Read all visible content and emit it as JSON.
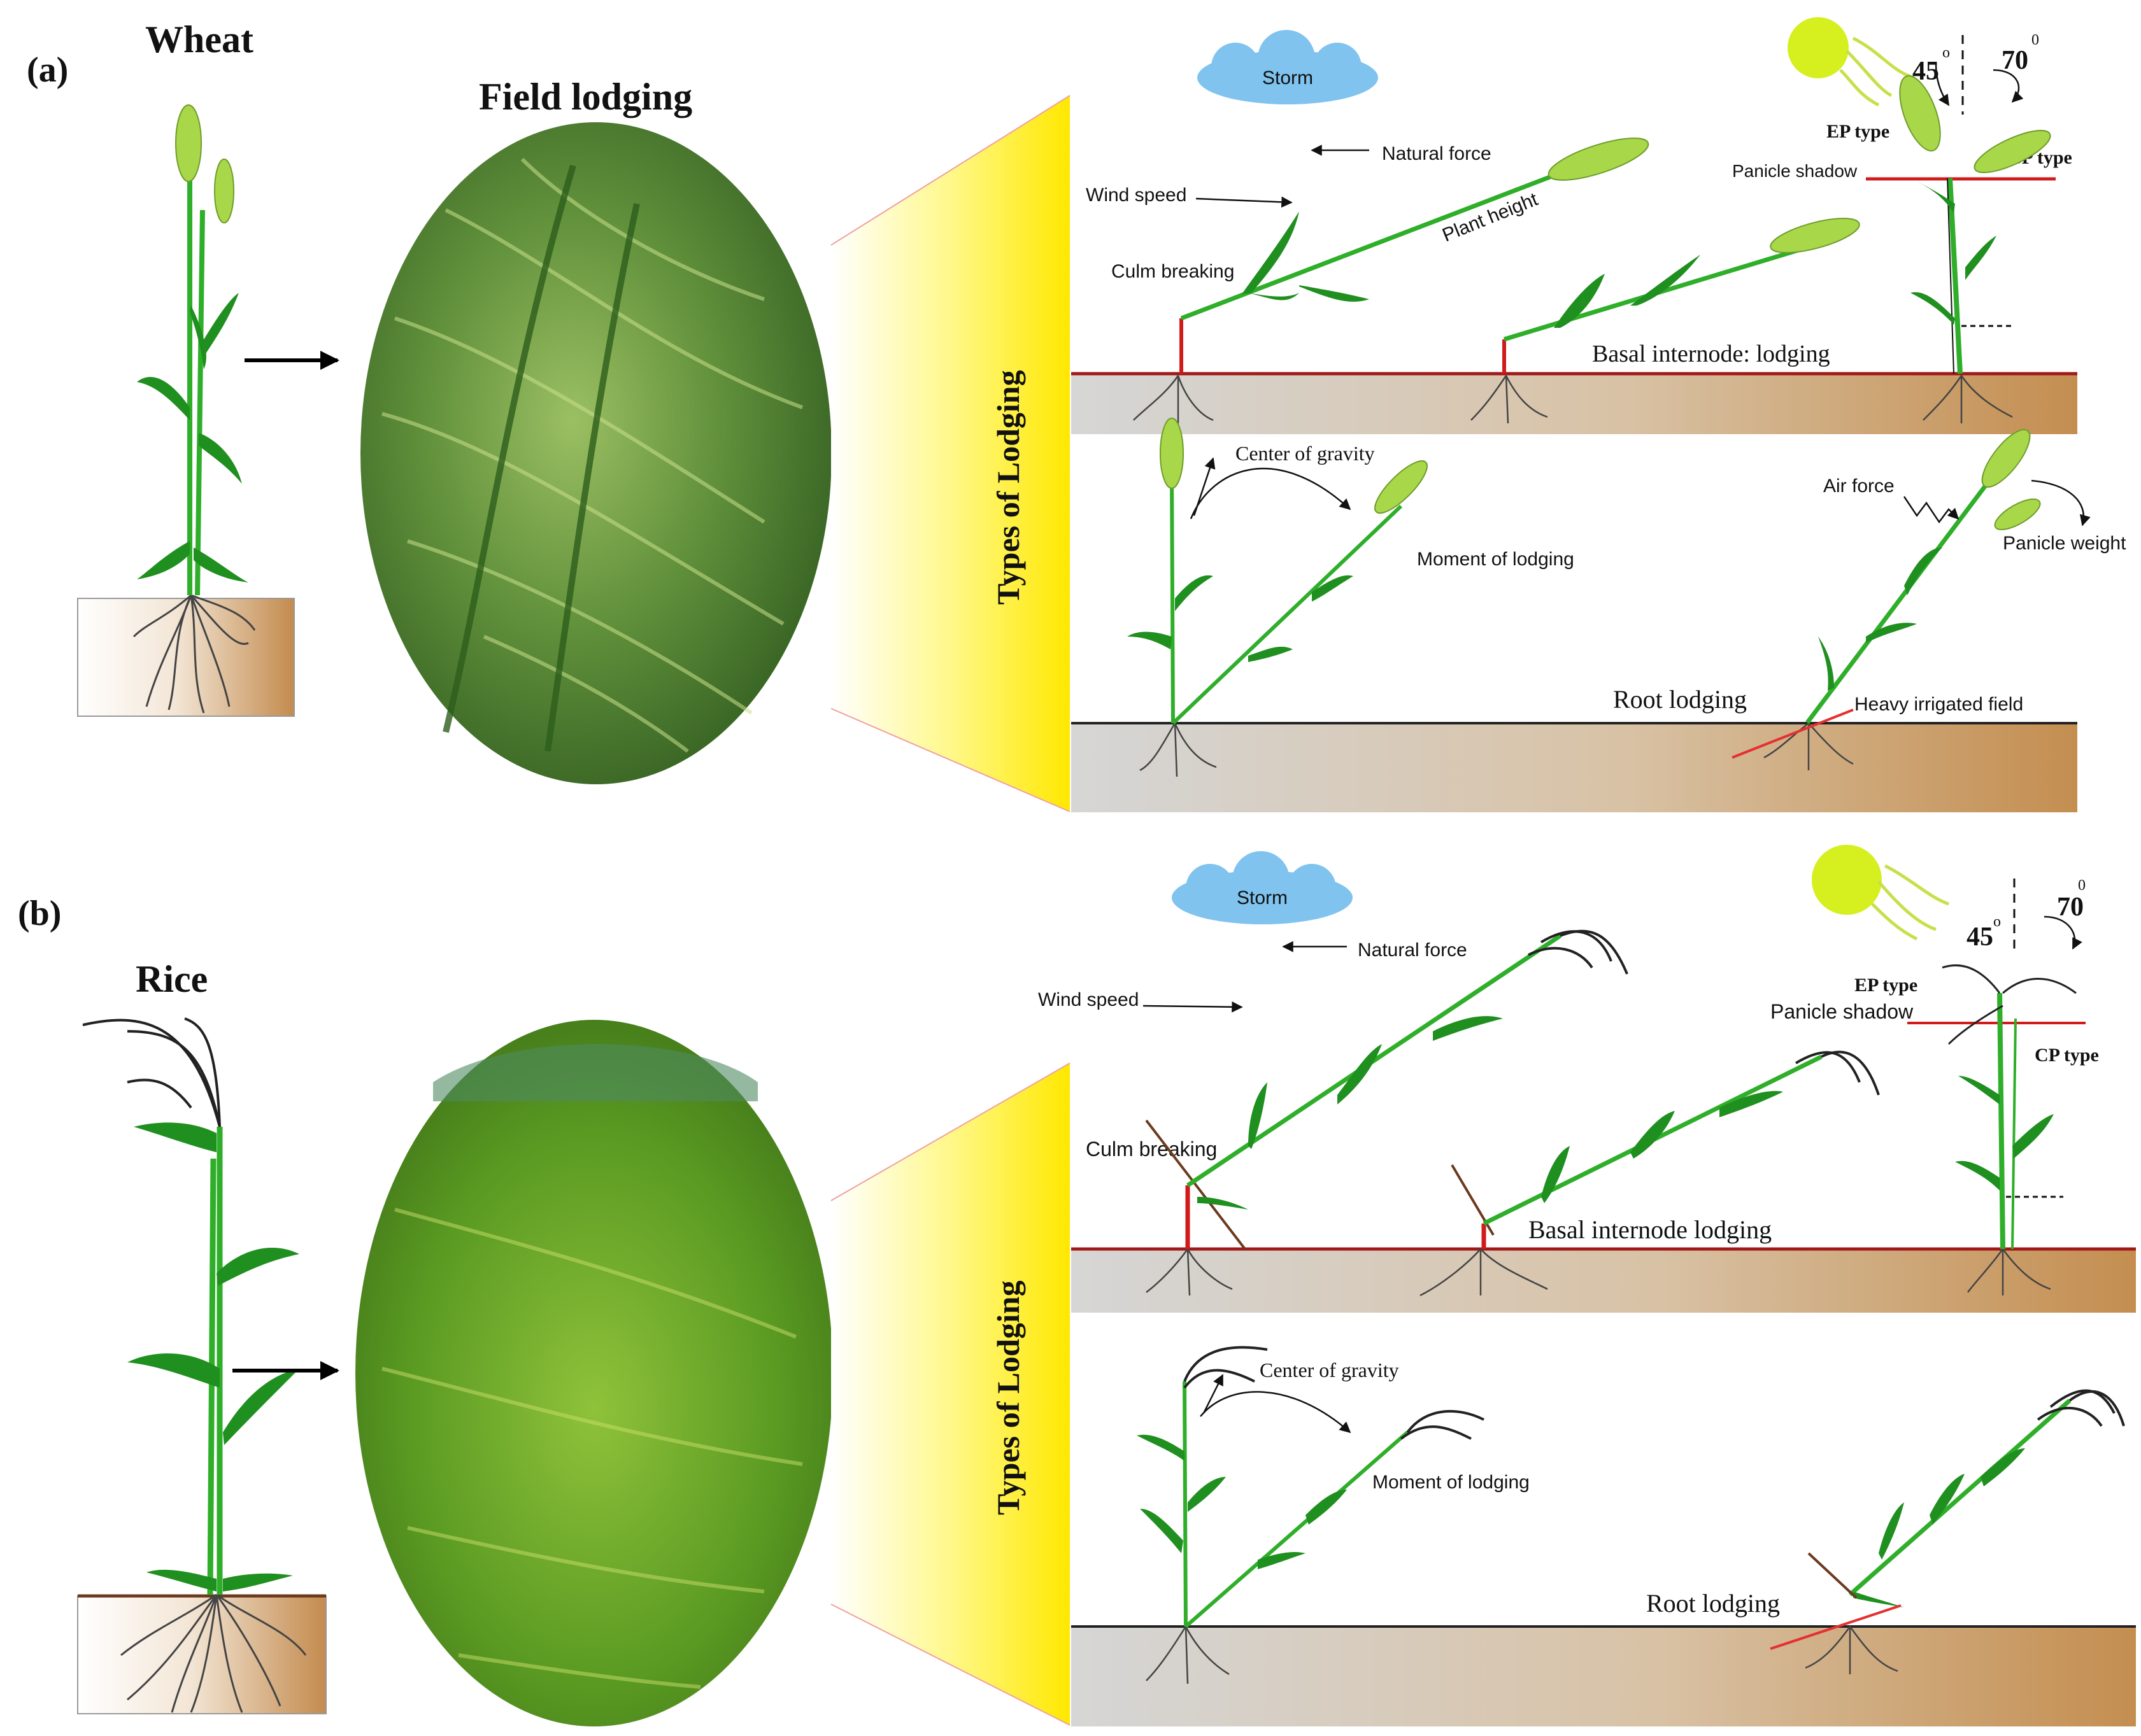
{
  "panel_a": {
    "label": "(a)",
    "plant_title": "Wheat",
    "field_title": "Field lodging",
    "types_title": "Types of Lodging",
    "storm": "Storm",
    "natural_force": "Natural force",
    "wind_speed": "Wind speed",
    "plant_height": "Plant height",
    "culm_breaking": "Culm breaking",
    "basal_internode": "Basal internode: lodging",
    "angle_45": "45",
    "angle_70": "70",
    "ep_type": "EP type",
    "cp_type": "CP type",
    "panicle_shadow": "Panicle  shadow",
    "center_gravity": "Center of gravity",
    "moment_lodging": "Moment of lodging",
    "air_force": "Air force",
    "panicle_weight": "Panicle   weight",
    "root_lodging": "Root lodging",
    "heavy_irrigated": "Heavy irrigated field"
  },
  "panel_b": {
    "label": "(b)",
    "plant_title": "Rice",
    "types_title": "Types of Lodging",
    "storm": "Storm",
    "natural_force": "Natural force",
    "wind_speed": "Wind speed",
    "culm_breaking": "Culm breaking",
    "basal_internode": "Basal internode  lodging",
    "angle_45": "45",
    "angle_70": "70",
    "ep_type": "EP type",
    "cp_type": "CP type",
    "panicle_shadow": "Panicle shadow",
    "center_gravity": "Center of gravity",
    "moment_lodging": "Moment of lodging",
    "root_lodging": "Root lodging"
  },
  "colors": {
    "stem_green": "#2fae2a",
    "leaf_green": "#1f8f1f",
    "wheat_head": "#a8d84a",
    "rice_head": "#2a2a2a",
    "soil_brown": "#c9925a",
    "soil_grey": "#d9d9d9",
    "break_red": "#d11a1a",
    "sun": "#d6ef1e",
    "cloud": "#7fc3ee",
    "funnel_yellow": "#ffee00"
  }
}
